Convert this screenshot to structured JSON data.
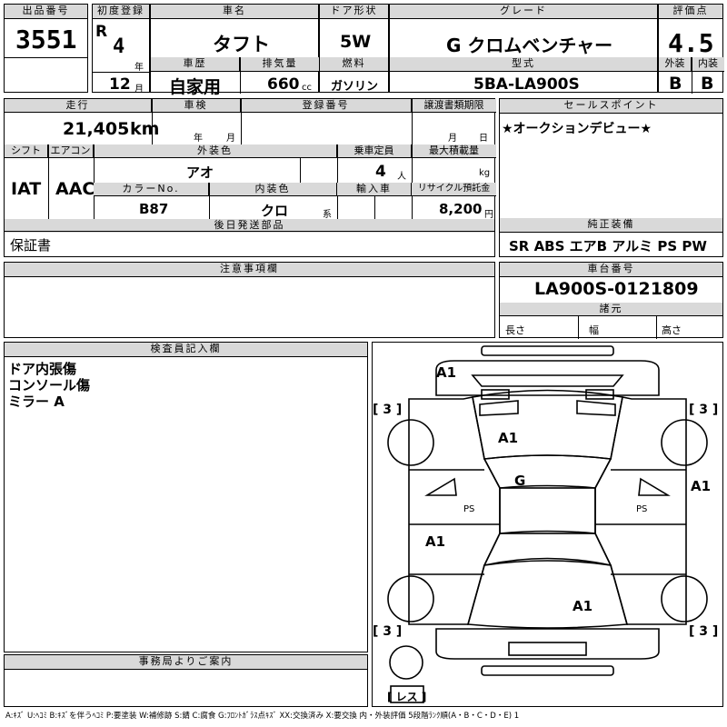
{
  "header": {
    "lot_label": "出品番号",
    "lot_no": "3551",
    "reg_label": "初度登録",
    "era": "R",
    "reg_year": "4",
    "year_unit": "年",
    "reg_month": "12",
    "month_unit": "月",
    "car_name_label": "車名",
    "car_name": "タフト",
    "door_label": "ドア形状",
    "door": "5W",
    "grade_label": "グレード",
    "grade": "G クロムベンチャー",
    "score_label": "評価点",
    "score": "4.5",
    "history_label": "車歴",
    "history": "自家用",
    "displacement_label": "排気量",
    "displacement": "660",
    "cc_unit": "cc",
    "fuel_label": "燃料",
    "fuel": "ガソリン",
    "model_label": "型式",
    "model": "5BA-LA900S",
    "ext_label": "外装",
    "ext": "B",
    "int_label": "内装",
    "int": "B"
  },
  "row2": {
    "mileage_label": "走行",
    "mileage": "21,405",
    "km_unit": "km",
    "inspection_label": "車検",
    "year_unit": "年",
    "month_unit": "月",
    "regno_label": "登録番号",
    "transfer_label": "譲渡書類期限",
    "transfer_month": "月",
    "transfer_day": "日",
    "shift_label": "シフト",
    "shift": "IAT",
    "ac_label": "エアコン",
    "ac": "AAC",
    "color_label": "外装色",
    "color": "アオ",
    "capacity_label": "乗車定員",
    "capacity": "4",
    "person_unit": "人",
    "load_label": "最大積載量",
    "kg_unit": "kg",
    "colorno_label": "カラーNo.",
    "colorno": "B87",
    "interior_label": "内装色",
    "interior": "クロ",
    "series_unit": "系",
    "import_label": "輸入車",
    "recycle_label": "リサイクル預託金",
    "recycle": "8,200",
    "yen_unit": "円",
    "sales_label": "セールスポイント",
    "sales": "★オークションデビュー★",
    "later_label": "後日発送部品",
    "later": "保証書",
    "equip_label": "純正装備",
    "equip": "SR  ABS  エアB  アルミ  PS  PW",
    "caution_label": "注意事項欄",
    "chassis_label": "車台番号",
    "chassis": "LA900S-0121809",
    "specs_label": "諸元",
    "length_label": "長さ",
    "width_label": "幅",
    "height_label": "高さ"
  },
  "inspector": {
    "label": "検査員記入欄",
    "notes": [
      "ドア内張傷",
      "コンソール傷",
      "ミラー A"
    ]
  },
  "office": {
    "label": "事務局よりご案内"
  },
  "diagram": {
    "a1_front": "A1",
    "a1_hood": "A1",
    "g_roof": "G",
    "a1_right": "A1",
    "a1_left": "A1",
    "a1_rear": "A1",
    "tire_fl": "[ 3 ]",
    "tire_fr": "[ 3 ]",
    "tire_rl": "[ 3 ]",
    "tire_rr": "[ 3 ]",
    "spare": "[ レス ]",
    "ps_left": "PS",
    "ps_right": "PS"
  },
  "legend": "A:ｷｽﾞ U:ﾍｺﾐ B:ｷｽﾞを伴うﾍｺﾐ P:要塗装 W:補修跡 S:錆 C:腐食 G:ﾌﾛﾝﾄｶﾞﾗｽ点ｷｽﾞ XX:交換済み X:要交換 内・外装評価 5段階ﾗﾝｸ順(A・B・C・D・E) 1"
}
